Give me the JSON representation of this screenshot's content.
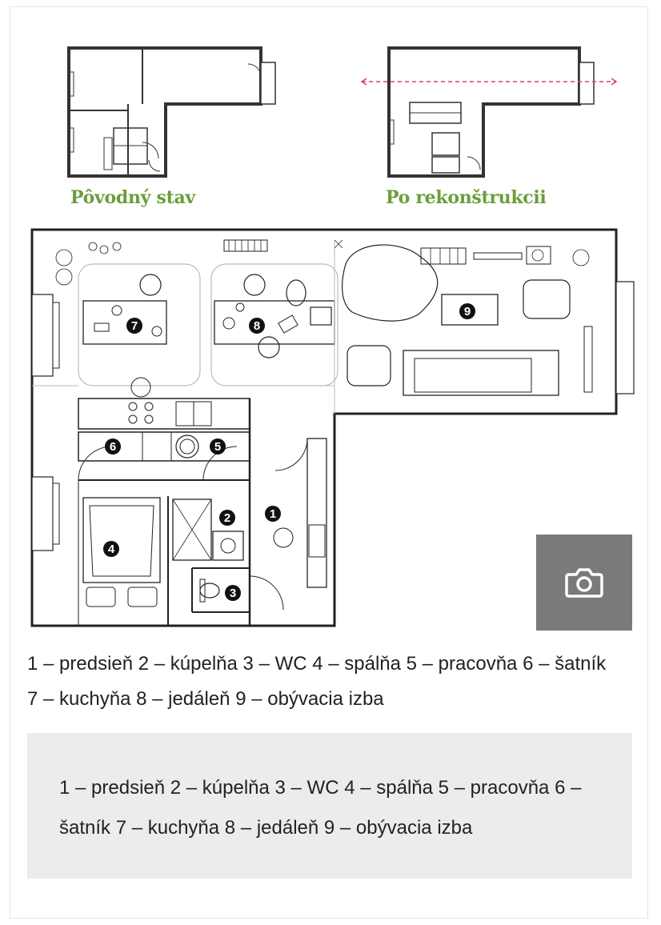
{
  "labels": {
    "original": "Pôvodný stav",
    "renovated": "Po rekonštrukcii"
  },
  "rooms": [
    "1",
    "2",
    "3",
    "4",
    "5",
    "6",
    "7",
    "8",
    "9"
  ],
  "caption": "1 – predsieň 2 – kúpelňa 3 – WC 4 – spálňa 5 – pracovňa 6 – šatník 7 – kuchyňa 8 – jedáleň 9 – obývacia izba",
  "caption_box": "1 – predsieň 2 – kúpelňa 3 – WC 4 – spálňa 5 – pracovňa 6 – šatník 7 – kuchyňa 8 – jedáleň 9 – obývacia izba",
  "icons": {
    "camera": "camera-icon"
  },
  "colors": {
    "label_green": "#6a9e3d",
    "camera_bg": "#7a7a7a",
    "caption_bg": "#ececec",
    "axis_pink": "#e0378f"
  }
}
